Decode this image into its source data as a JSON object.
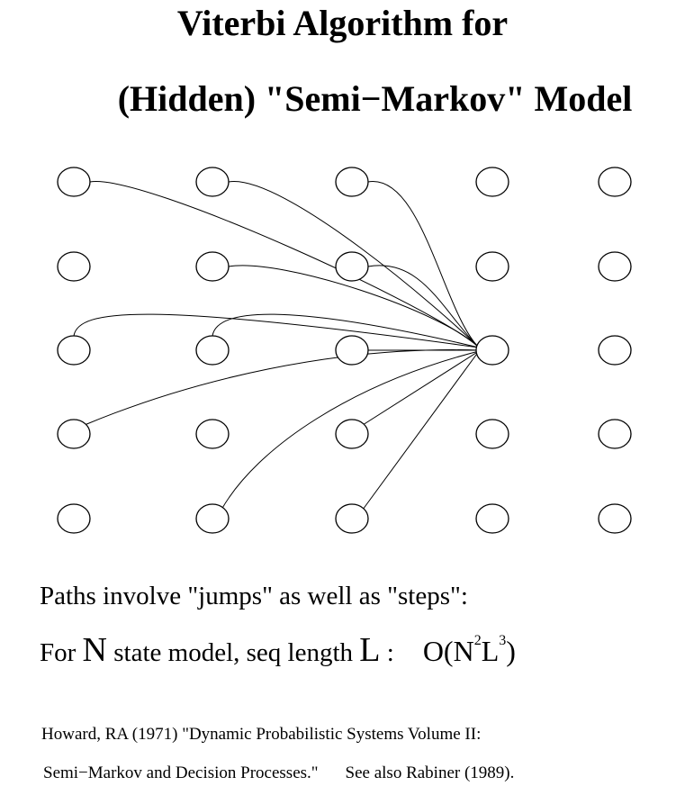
{
  "title": {
    "line1": "Viterbi Algorithm for",
    "line2": "(Hidden) \"Semi−Markov\" Model"
  },
  "diagram": {
    "columns": 5,
    "rows": 5,
    "target_node": {
      "column": 4,
      "row": 3
    },
    "edges_into_target": [
      {
        "from": {
          "column": 1,
          "row": 1
        }
      },
      {
        "from": {
          "column": 2,
          "row": 1
        }
      },
      {
        "from": {
          "column": 3,
          "row": 1
        }
      },
      {
        "from": {
          "column": 2,
          "row": 2
        }
      },
      {
        "from": {
          "column": 3,
          "row": 2
        }
      },
      {
        "from": {
          "column": 1,
          "row": 3
        }
      },
      {
        "from": {
          "column": 2,
          "row": 3
        }
      },
      {
        "from": {
          "column": 3,
          "row": 3
        }
      },
      {
        "from": {
          "column": 1,
          "row": 4
        }
      },
      {
        "from": {
          "column": 3,
          "row": 4
        }
      },
      {
        "from": {
          "column": 2,
          "row": 5
        }
      },
      {
        "from": {
          "column": 3,
          "row": 5
        }
      }
    ]
  },
  "body": {
    "line1": "Paths involve \"jumps\" as well as \"steps\":",
    "line2": {
      "part1": "For ",
      "N": "N",
      "part2": " state model, seq length ",
      "L": "L",
      "part3": " :",
      "complexity_prefix": "O(N",
      "sup1": "2",
      "complexity_mid": "L",
      "sup2": "3",
      "complexity_suffix": ")"
    }
  },
  "reference": {
    "line1": "Howard, RA (1971) \"Dynamic Probabilistic Systems Volume II:",
    "line2a": "Semi−Markov and Decision Processes.\"",
    "line2b": "See also Rabiner (1989)."
  }
}
